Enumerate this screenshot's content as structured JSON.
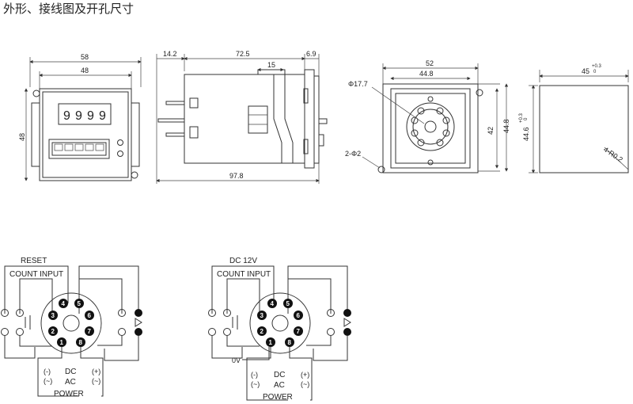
{
  "title": "外形、接线图及开孔尺寸",
  "front_view": {
    "width_outer": "58",
    "width_inner": "48",
    "height": "48",
    "display_digits": [
      "9",
      "9",
      "9",
      "9"
    ]
  },
  "side_view": {
    "dim_left": "14.2",
    "dim_body": "72.5",
    "dim_right": "6.9",
    "dim_clip": "15",
    "dim_total": "97.8"
  },
  "back_view": {
    "width_outer": "52",
    "width_inner": "44.8",
    "height_inner": "42",
    "height_outer": "44.8",
    "center_hole": "Φ17.7",
    "mount_holes": "2-Φ2"
  },
  "panel_cutout": {
    "width": "45",
    "width_tol_upper": "+0.3",
    "width_tol_lower": "0",
    "height": "44.6",
    "height_tol_upper": "+0.3",
    "height_tol_lower": "0",
    "corner_radius": "4-R0.2"
  },
  "wiring_left": {
    "reset_label": "RESET",
    "count_label": "COUNT INPUT",
    "pins": [
      "1",
      "2",
      "3",
      "4",
      "5",
      "6",
      "7",
      "8"
    ],
    "power_dc_neg": "(-)",
    "power_ac_neg": "(~)",
    "power_dc": "DC",
    "power_ac": "AC",
    "power_dc_pos": "(+)",
    "power_ac_pos": "(~)",
    "power_label": "POWER"
  },
  "wiring_right": {
    "dc_label": "DC 12V",
    "count_label": "COUNT INPUT",
    "zero_v_label": "0V",
    "pins": [
      "1",
      "2",
      "3",
      "4",
      "5",
      "6",
      "7",
      "8"
    ],
    "power_dc_neg": "(-)",
    "power_ac_neg": "(~)",
    "power_dc": "DC",
    "power_ac": "AC",
    "power_dc_pos": "(+)",
    "power_ac_pos": "(~)",
    "power_label": "POWER"
  }
}
